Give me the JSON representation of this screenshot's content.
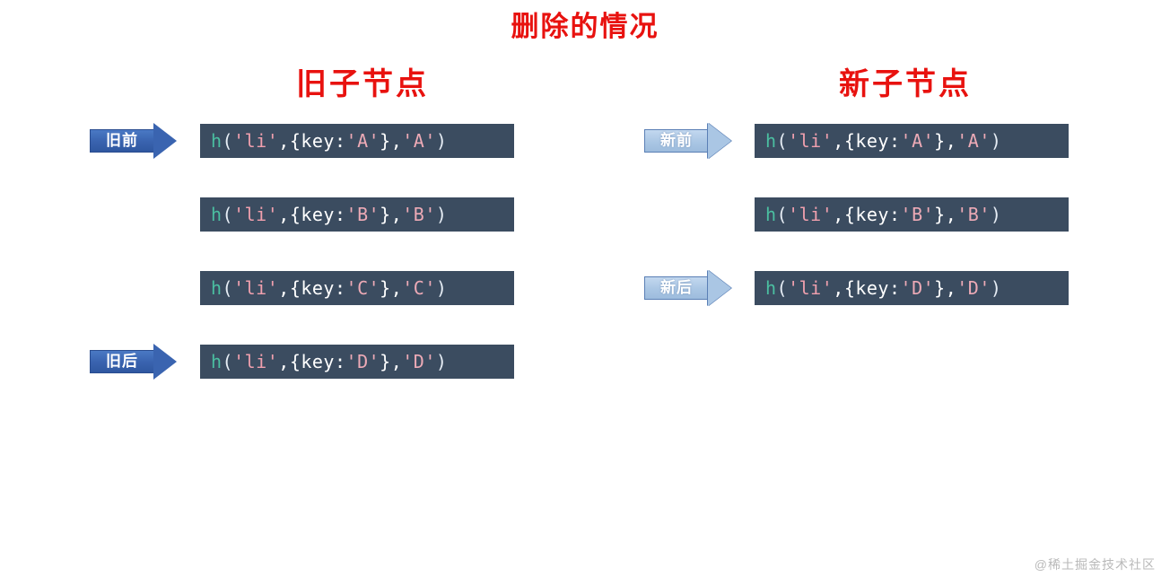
{
  "title": "删除的情况",
  "colors": {
    "title_red": "#e8120f",
    "code_bg": "#3b4c60",
    "arrow_old": "#3a64b0",
    "arrow_new": "#aac6e4",
    "token_function": "#4bbfa1",
    "token_string": "#f0a0ae",
    "page_bg": "#ffffff"
  },
  "columns": {
    "old": {
      "heading": "旧子节点",
      "rows": [
        {
          "arrow": {
            "label": "旧前",
            "style": "dark",
            "visible": true
          },
          "code": {
            "fn": "h",
            "open": "(",
            "tag": "'li'",
            "comma1": ", ",
            "obj_open": "{key:",
            "key": "'A'",
            "obj_close": "}",
            "comma2": ", ",
            "child": "'A'",
            "close": ")"
          }
        },
        {
          "arrow": {
            "label": "",
            "style": "dark",
            "visible": false
          },
          "code": {
            "fn": "h",
            "open": "(",
            "tag": "'li'",
            "comma1": ", ",
            "obj_open": "{key:",
            "key": "'B'",
            "obj_close": "}",
            "comma2": ", ",
            "child": "'B'",
            "close": ")"
          }
        },
        {
          "arrow": {
            "label": "",
            "style": "dark",
            "visible": false
          },
          "code": {
            "fn": "h",
            "open": "(",
            "tag": "'li'",
            "comma1": ", ",
            "obj_open": "{key:",
            "key": "'C'",
            "obj_close": "}",
            "comma2": ", ",
            "child": "'C'",
            "close": ")"
          }
        },
        {
          "arrow": {
            "label": "旧后",
            "style": "dark",
            "visible": true
          },
          "code": {
            "fn": "h",
            "open": "(",
            "tag": "'li'",
            "comma1": ", ",
            "obj_open": "{key:",
            "key": "'D'",
            "obj_close": "}",
            "comma2": ", ",
            "child": "'D'",
            "close": ")"
          }
        }
      ]
    },
    "new": {
      "heading": "新子节点",
      "rows": [
        {
          "arrow": {
            "label": "新前",
            "style": "light",
            "visible": true
          },
          "code": {
            "fn": "h",
            "open": "(",
            "tag": "'li'",
            "comma1": ", ",
            "obj_open": "{key:",
            "key": "'A'",
            "obj_close": "}",
            "comma2": ", ",
            "child": "'A'",
            "close": ")"
          }
        },
        {
          "arrow": {
            "label": "",
            "style": "light",
            "visible": false
          },
          "code": {
            "fn": "h",
            "open": "(",
            "tag": "'li'",
            "comma1": ", ",
            "obj_open": "{key:",
            "key": "'B'",
            "obj_close": "}",
            "comma2": ", ",
            "child": "'B'",
            "close": ")"
          }
        },
        {
          "arrow": {
            "label": "新后",
            "style": "light",
            "visible": true
          },
          "code": {
            "fn": "h",
            "open": "(",
            "tag": "'li'",
            "comma1": ", ",
            "obj_open": "{key:",
            "key": "'D'",
            "obj_close": "}",
            "comma2": ", ",
            "child": "'D'",
            "close": ")"
          }
        }
      ]
    }
  },
  "watermark": "@稀土掘金技术社区"
}
